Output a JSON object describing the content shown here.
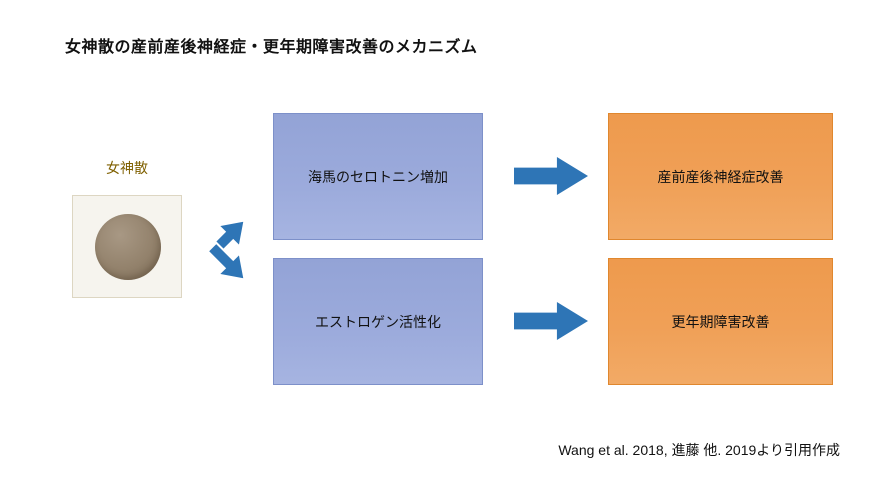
{
  "title": "女神散の産前産後神経症・更年期障害改善のメカニズム",
  "herb": {
    "label": "女神散",
    "image_desc": "herb-powder-photo"
  },
  "mechanisms": [
    {
      "label": "海馬のセロトニン増加"
    },
    {
      "label": "エストロゲン活性化"
    }
  ],
  "outcomes": [
    {
      "label": "産前産後神経症改善"
    },
    {
      "label": "更年期障害改善"
    }
  ],
  "citation": "Wang et al. 2018, 進藤 他. 2019より引用作成",
  "colors": {
    "mechanism_box_fill": "#9CABDC",
    "mechanism_box_border": "#7D90C9",
    "outcome_box_fill": "#F0A057",
    "outcome_box_border": "#E0872E",
    "arrow": "#2E75B6",
    "herb_label": "#7F6000",
    "background": "#FFFFFF"
  },
  "icons": {
    "diverge_arrows": "two blue arrows splitting from herb image to both mechanism boxes",
    "right_arrows": "blue block arrows from mechanisms to outcomes"
  }
}
